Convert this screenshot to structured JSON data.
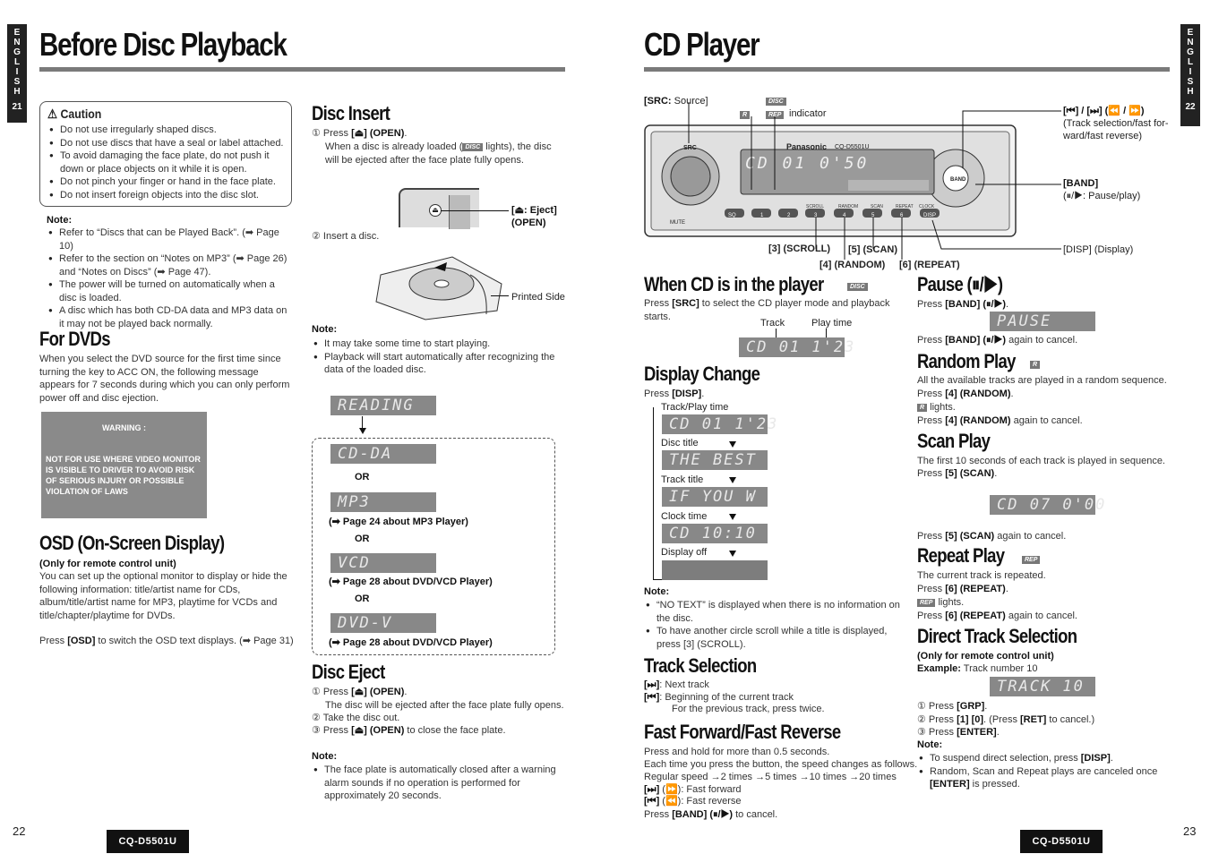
{
  "left": {
    "side_tab": [
      "E",
      "N",
      "G",
      "L",
      "I",
      "S",
      "H"
    ],
    "side_num": "21",
    "title": "Before Disc Playback",
    "page_no": "22",
    "model": "CQ-D5501U",
    "caution": {
      "heading": "Caution",
      "items": [
        "Do not use irregularly shaped discs.",
        "Do not use discs that have a seal or label attached.",
        "To avoid damaging the face plate, do not push it down or place objects on it while it is open.",
        "Do not pinch your finger or hand in the face plate.",
        "Do not insert foreign objects into the disc slot."
      ]
    },
    "note1": {
      "heading": "Note:",
      "items": [
        "Refer to “Discs that can be Played Back”. (➡ Page 10)",
        "Refer to the section on “Notes on MP3” (➡ Page 26) and “Notes on Discs” (➡ Page 47).",
        "The power will be turned on automatically when a disc is loaded.",
        "A disc which has both CD-DA data and MP3 data on it may not be played back normally."
      ]
    },
    "dvds": {
      "heading": "For DVDs",
      "body": "When you select the DVD source for the first time since turning the key to ACC ON, the following message appears for 7 seconds during which you can only perform power off and disc ejection.",
      "warn_title": "WARNING :",
      "warn_body": "NOT FOR USE WHERE VIDEO MONITOR IS VISIBLE TO DRIVER TO AVOID RISK OF SERIOUS INJURY OR POSSIBLE VIOLATION OF LAWS"
    },
    "osd": {
      "heading": "OSD (On-Screen Display)",
      "sub": "(Only for remote control unit)",
      "body": "You can set up the optional monitor to display or hide the following information: title/artist name for CDs, album/title/artist name for MP3, playtime for VCDs and title/chapter/playtime for DVDs.",
      "press_pre": "Press ",
      "press_key": "[OSD]",
      "press_post": " to switch the OSD text displays. (➡ Page 31)"
    },
    "insert": {
      "heading": "Disc Insert",
      "s1_pre": "① Press ",
      "s1_key": "[⏏] (OPEN)",
      "s1_post": ".",
      "s1_detail_a": "When a disc is already loaded (",
      "s1_detail_b": " lights), the disc will be ejected after the face plate fully opens.",
      "eject_lbl_a": "[⏏: Eject]",
      "eject_lbl_b": "(OPEN)",
      "s2": "② Insert a disc.",
      "printed_side": "Printed Side",
      "note_heading": "Note:",
      "notes": [
        "It may take some time to start playing.",
        "Playback will start automatically after recognizing the data of the loaded disc."
      ],
      "lcd_reading": "READING",
      "lcd_cdda": "CD-DA",
      "lcd_mp3": "MP3",
      "lcd_vcd": "VCD",
      "lcd_dvdv": "DVD-V",
      "or1": "OR",
      "or2": "OR",
      "or3": "OR",
      "ref_mp3": "(➡ Page 24 about MP3 Player)",
      "ref_vcd": "(➡ Page 28 about DVD/VCD Player)",
      "ref_dvd": "(➡ Page 28 about DVD/VCD Player)"
    },
    "eject": {
      "heading": "Disc Eject",
      "s1_pre": "① Press ",
      "s1_key": "[⏏] (OPEN)",
      "s1_post": ".",
      "s1_detail": "The disc will be ejected after the face plate fully opens.",
      "s2": "② Take the disc out.",
      "s3_pre": "③ Press ",
      "s3_key": "[⏏] (OPEN)",
      "s3_post": " to close the face plate.",
      "note_heading": "Note:",
      "notes": [
        "The face plate is automatically closed after a warning alarm sounds if no operation is performed for approximately 20 seconds."
      ]
    }
  },
  "right": {
    "side_tab": [
      "E",
      "N",
      "G",
      "L",
      "I",
      "S",
      "H"
    ],
    "side_num": "22",
    "title": "CD Player",
    "page_no": "23",
    "model": "CQ-D5501U",
    "diagram": {
      "src_label_key": "[SRC:",
      "src_label_rest": " Source]",
      "indicator": "indicator",
      "badge_disc": "DISC",
      "badge_r": "R",
      "badge_rep": "REP",
      "track_sel_a": "[⏮] / [⏭] (⏪ / ⏩)",
      "track_sel_b": "(Track selection/fast for-",
      "track_sel_c": "ward/fast reverse)",
      "band_a": "[BAND]",
      "band_b": "(⏸/▶: Pause/play)",
      "disp": "[DISP] (Display)",
      "scroll": "[3] (SCROLL)",
      "scan": "[5] (SCAN)",
      "random": "[4] (RANDOM)",
      "repeat": "[6] (REPEAT)",
      "brand": "Panasonic",
      "model_small": "CQ-D5501U",
      "lcd": "CD 01  0'50",
      "buttons": [
        "SQ",
        "1",
        "2",
        "3",
        "4",
        "5",
        "6",
        "DISP"
      ],
      "btn_labels": [
        "SCROLL",
        "RANDOM",
        "SCAN",
        "REPEAT",
        "CLOCK"
      ],
      "src_btn": "SRC",
      "band_btn": "BAND",
      "mute": "MUTE"
    },
    "when_cd": {
      "heading": "When CD is in the player",
      "body_pre": "Press ",
      "body_key": "[SRC]",
      "body_post": " to select the CD player mode and playback starts.",
      "track_lbl": "Track",
      "time_lbl": "Play time",
      "lcd": "CD 01  1'23"
    },
    "display_change": {
      "heading": "Display Change",
      "press_pre": "Press ",
      "press_key": "[DISP]",
      "press_post": ".",
      "items": [
        {
          "label": "Track/Play time",
          "lcd": "CD 01  1'23"
        },
        {
          "label": "Disc title",
          "lcd": "THE BEST"
        },
        {
          "label": "Track title",
          "lcd": "IF YOU W"
        },
        {
          "label": "Clock time",
          "lcd": "CD     10:10"
        },
        {
          "label": "Display off",
          "lcd": ""
        }
      ],
      "note_heading": "Note:",
      "notes": [
        "“NO TEXT” is displayed when there is no information on the disc.",
        "To have another circle scroll while a title is displayed, press [3] (SCROLL)."
      ]
    },
    "track_selection": {
      "heading": "Track Selection",
      "l1_key": "[⏭]",
      "l1_rest": ": Next track",
      "l2_key": "[⏮]",
      "l2_rest": ": Beginning of the current track",
      "l3": "For the previous track, press twice."
    },
    "ff": {
      "heading": "Fast Forward/Fast Reverse",
      "l1": "Press and hold for more than 0.5 seconds.",
      "l2": "Each time you press the button, the speed changes as follows.",
      "l3": "Regular speed →2 times →5 times →10 times →20 times",
      "l4_key": "[⏭]",
      "l4_rest": " (⏩): Fast forward",
      "l5_key": "[⏮]",
      "l5_rest": " (⏪): Fast reverse",
      "l6_pre": "Press ",
      "l6_key": "[BAND] (⏸/▶)",
      "l6_post": " to cancel."
    },
    "pause": {
      "heading": "Pause (⏸/▶)",
      "l1_pre": "Press ",
      "l1_key": "[BAND] (⏸/▶)",
      "l1_post": ".",
      "lcd": "PAUSE",
      "l2_pre": "Press ",
      "l2_key": "[BAND] (⏸/▶)",
      "l2_post": " again to cancel."
    },
    "random": {
      "heading": "Random Play",
      "badge": "R",
      "l1": "All the available tracks are played in a random sequence.",
      "l2_pre": "Press ",
      "l2_key": "[4] (RANDOM)",
      "l2_post": ".",
      "l3": " lights.",
      "l4_pre": "Press ",
      "l4_key": "[4] (RANDOM)",
      "l4_post": " again to cancel."
    },
    "scan": {
      "heading": "Scan Play",
      "l1": "The first 10 seconds of each track is played in sequence.",
      "l2_pre": "Press ",
      "l2_key": "[5] (SCAN)",
      "l2_post": ".",
      "lcd": "CD 07  0'00",
      "l3_pre": "Press ",
      "l3_key": "[5] (SCAN)",
      "l3_post": " again to cancel."
    },
    "repeat": {
      "heading": "Repeat Play",
      "badge": "REP",
      "l1": "The current track is repeated.",
      "l2_pre": "Press ",
      "l2_key": "[6] (REPEAT)",
      "l2_post": ".",
      "l3": " lights.",
      "l4_pre": "Press ",
      "l4_key": "[6] (REPEAT)",
      "l4_post": " again to cancel."
    },
    "direct": {
      "heading": "Direct Track Selection",
      "sub": "(Only for remote control unit)",
      "ex_key": "Example:",
      "ex_rest": " Track number 10",
      "lcd": "TRACK  10",
      "s1_pre": "① Press ",
      "s1_key": "[GRP]",
      "s1_post": ".",
      "s2_pre": "② Press ",
      "s2_key": "[1] [0]",
      "s2_mid": ". (Press ",
      "s2_key2": "[RET]",
      "s2_post": " to cancel.)",
      "s3_pre": "③ Press ",
      "s3_key": "[ENTER]",
      "s3_post": ".",
      "note_heading": "Note:",
      "n1_pre": "To suspend direct selection, press ",
      "n1_key": "[DISP]",
      "n1_post": ".",
      "n2_pre": "Random, Scan and Repeat plays are canceled once ",
      "n2_key": "[ENTER]",
      "n2_post": " is pressed."
    }
  }
}
